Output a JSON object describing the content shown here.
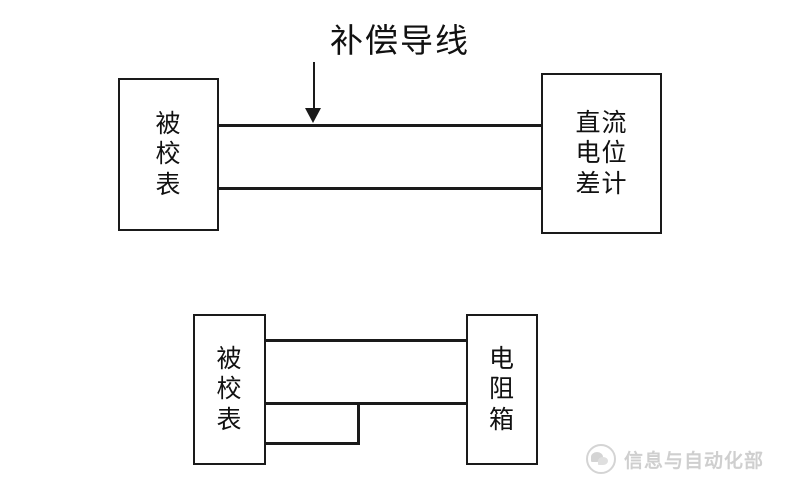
{
  "diagram": {
    "title_annotation": {
      "label": "补偿导线",
      "arrow": "down-arrow-icon"
    },
    "top_circuit": {
      "name": "thermocouple-calibration-circuit",
      "left_box": {
        "label": "被\n校\n表"
      },
      "right_box": {
        "label": "直流\n电位\n差计"
      },
      "wire_count": 2
    },
    "bottom_circuit": {
      "name": "resistance-calibration-circuit",
      "left_box": {
        "label": "被\n校\n表"
      },
      "right_box": {
        "label": "电\n阻\n箱"
      },
      "wire_count": 3,
      "jumper": "three-wire-jumper"
    }
  },
  "watermark": {
    "icon": "wechat-icon",
    "text": "信息与自动化部"
  },
  "colors": {
    "line": "#1a1a1a",
    "text": "#111111",
    "background": "#ffffff",
    "watermark": "#8e8e8e"
  }
}
